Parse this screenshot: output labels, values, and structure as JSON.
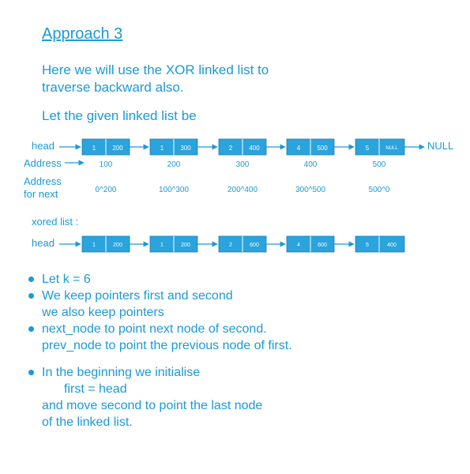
{
  "title": "Approach 3",
  "intro": {
    "line1": "Here we will use the XOR linked list to",
    "line2": "traverse backward also.",
    "line3": "Let the given linked list be"
  },
  "list": {
    "head_label": "head",
    "null_label": "NULL",
    "address_label": "Address",
    "address_next_label1": "Address",
    "address_next_label2": "for next",
    "nodes": [
      {
        "value": "1",
        "next": "200",
        "address": "100",
        "xor": "0^200"
      },
      {
        "value": "1",
        "next": "300",
        "address": "200",
        "xor": "100^300"
      },
      {
        "value": "2",
        "next": "400",
        "address": "300",
        "xor": "200^400"
      },
      {
        "value": "4",
        "next": "500",
        "address": "400",
        "xor": "300^500"
      },
      {
        "value": "5",
        "next": "NULL",
        "address": "500",
        "xor": "500^0"
      }
    ]
  },
  "xored": {
    "label": "xored list :",
    "head_label": "head",
    "nodes": [
      {
        "value": "1",
        "next": "200"
      },
      {
        "value": "1",
        "next": "200"
      },
      {
        "value": "2",
        "next": "600"
      },
      {
        "value": "4",
        "next": "600"
      },
      {
        "value": "5",
        "next": "400"
      }
    ]
  },
  "bullets": {
    "b1": "Let k  =  6",
    "b2_line1": "We keep pointers first and second",
    "b2_line2": "we also keep pointers",
    "b3_line1": "next_node to point next node of second.",
    "b3_line2": "prev_node to point the previous node of first.",
    "b4_line1": "In the beginning we initialise",
    "b4_line2": "first  =  head",
    "b4_line3": "and move second to point the last node",
    "b4_line4": "of the linked list."
  },
  "colors": {
    "accent": "#1a9ad6",
    "node_fill": "#2ba3dc",
    "node_divider": "#ffffff"
  }
}
